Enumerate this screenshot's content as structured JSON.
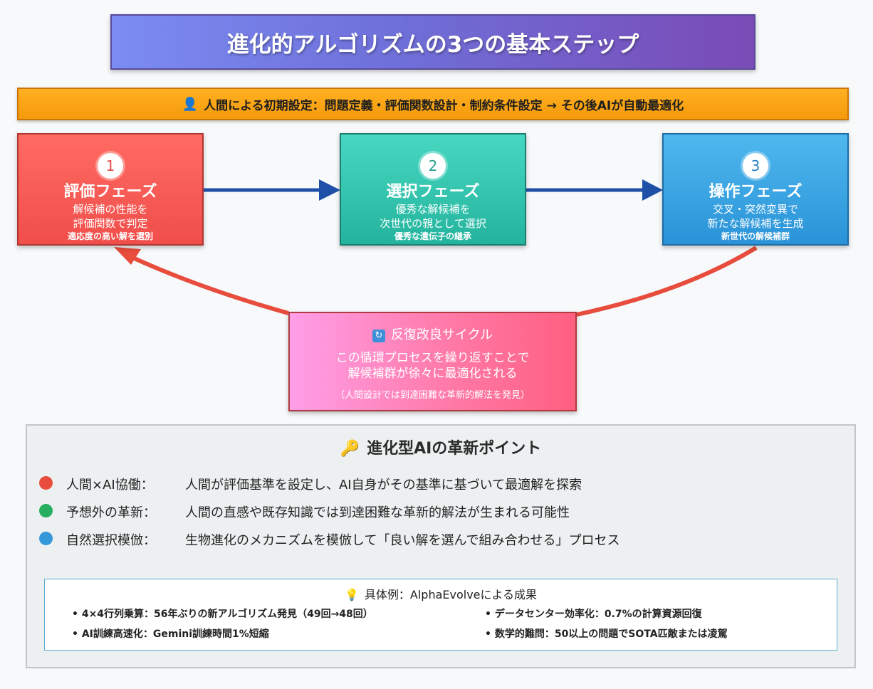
{
  "title": "進化的アルゴリズムの3つの基本ステップ",
  "setup": {
    "icon": "person-icon",
    "text": "人間による初期設定：問題定義・評価関数設計・制約条件設定 → その後AIが自動最適化"
  },
  "phases": [
    {
      "number": "1",
      "title": "評価フェーズ",
      "line1": "解候補の性能を",
      "line2": "評価関数で判定",
      "line3": "適応度の高い解を選別",
      "color": "#f04e4a"
    },
    {
      "number": "2",
      "title": "選択フェーズ",
      "line1": "優秀な解候補を",
      "line2": "次世代の親として選択",
      "line3": "優秀な遺伝子の継承",
      "color": "#24b49e"
    },
    {
      "number": "3",
      "title": "操作フェーズ",
      "line1": "交叉・突然変異で",
      "line2": "新たな解候補を生成",
      "line3": "新世代の解候補群",
      "color": "#2a93d8"
    }
  ],
  "cycle": {
    "icon": "refresh-icon",
    "title": "反復改良サイクル",
    "line1": "この循環プロセスを繰り返すことで",
    "line2": "解候補群が徐々に最適化される",
    "line3": "（人間設計では到達困難な革新的解法を発見）"
  },
  "points": {
    "icon": "key-icon",
    "title": "進化型AIの革新ポイント",
    "items": [
      {
        "label": "人間×AI協働：",
        "desc": "人間が評価基準を設定し、AI自身がその基準に基づいて最適解を探索",
        "color": "#e74c3c"
      },
      {
        "label": "予想外の革新：",
        "desc": "人間の直感や既存知識では到達困難な革新的解法が生まれる可能性",
        "color": "#27ae60"
      },
      {
        "label": "自然選択模倣：",
        "desc": "生物進化のメカニズムを模倣して「良い解を選んで組み合わせる」プロセス",
        "color": "#3498db"
      }
    ]
  },
  "example": {
    "icon": "lightbulb-icon",
    "title": "具体例：AlphaEvolveによる成果",
    "items": [
      "• 4×4行列乗算：56年ぶりの新アルゴリズム発見（49回→48回）",
      "• AI訓練高速化：Gemini訓練時間1%短縮",
      "• データセンター効率化：0.7%の計算資源回復",
      "• 数学的難問：50以上の問題でSOTA匹敵または凌駕"
    ]
  },
  "colors": {
    "flow_arrow": "#1f50a8",
    "cycle_arrow": "#e74c3c"
  }
}
